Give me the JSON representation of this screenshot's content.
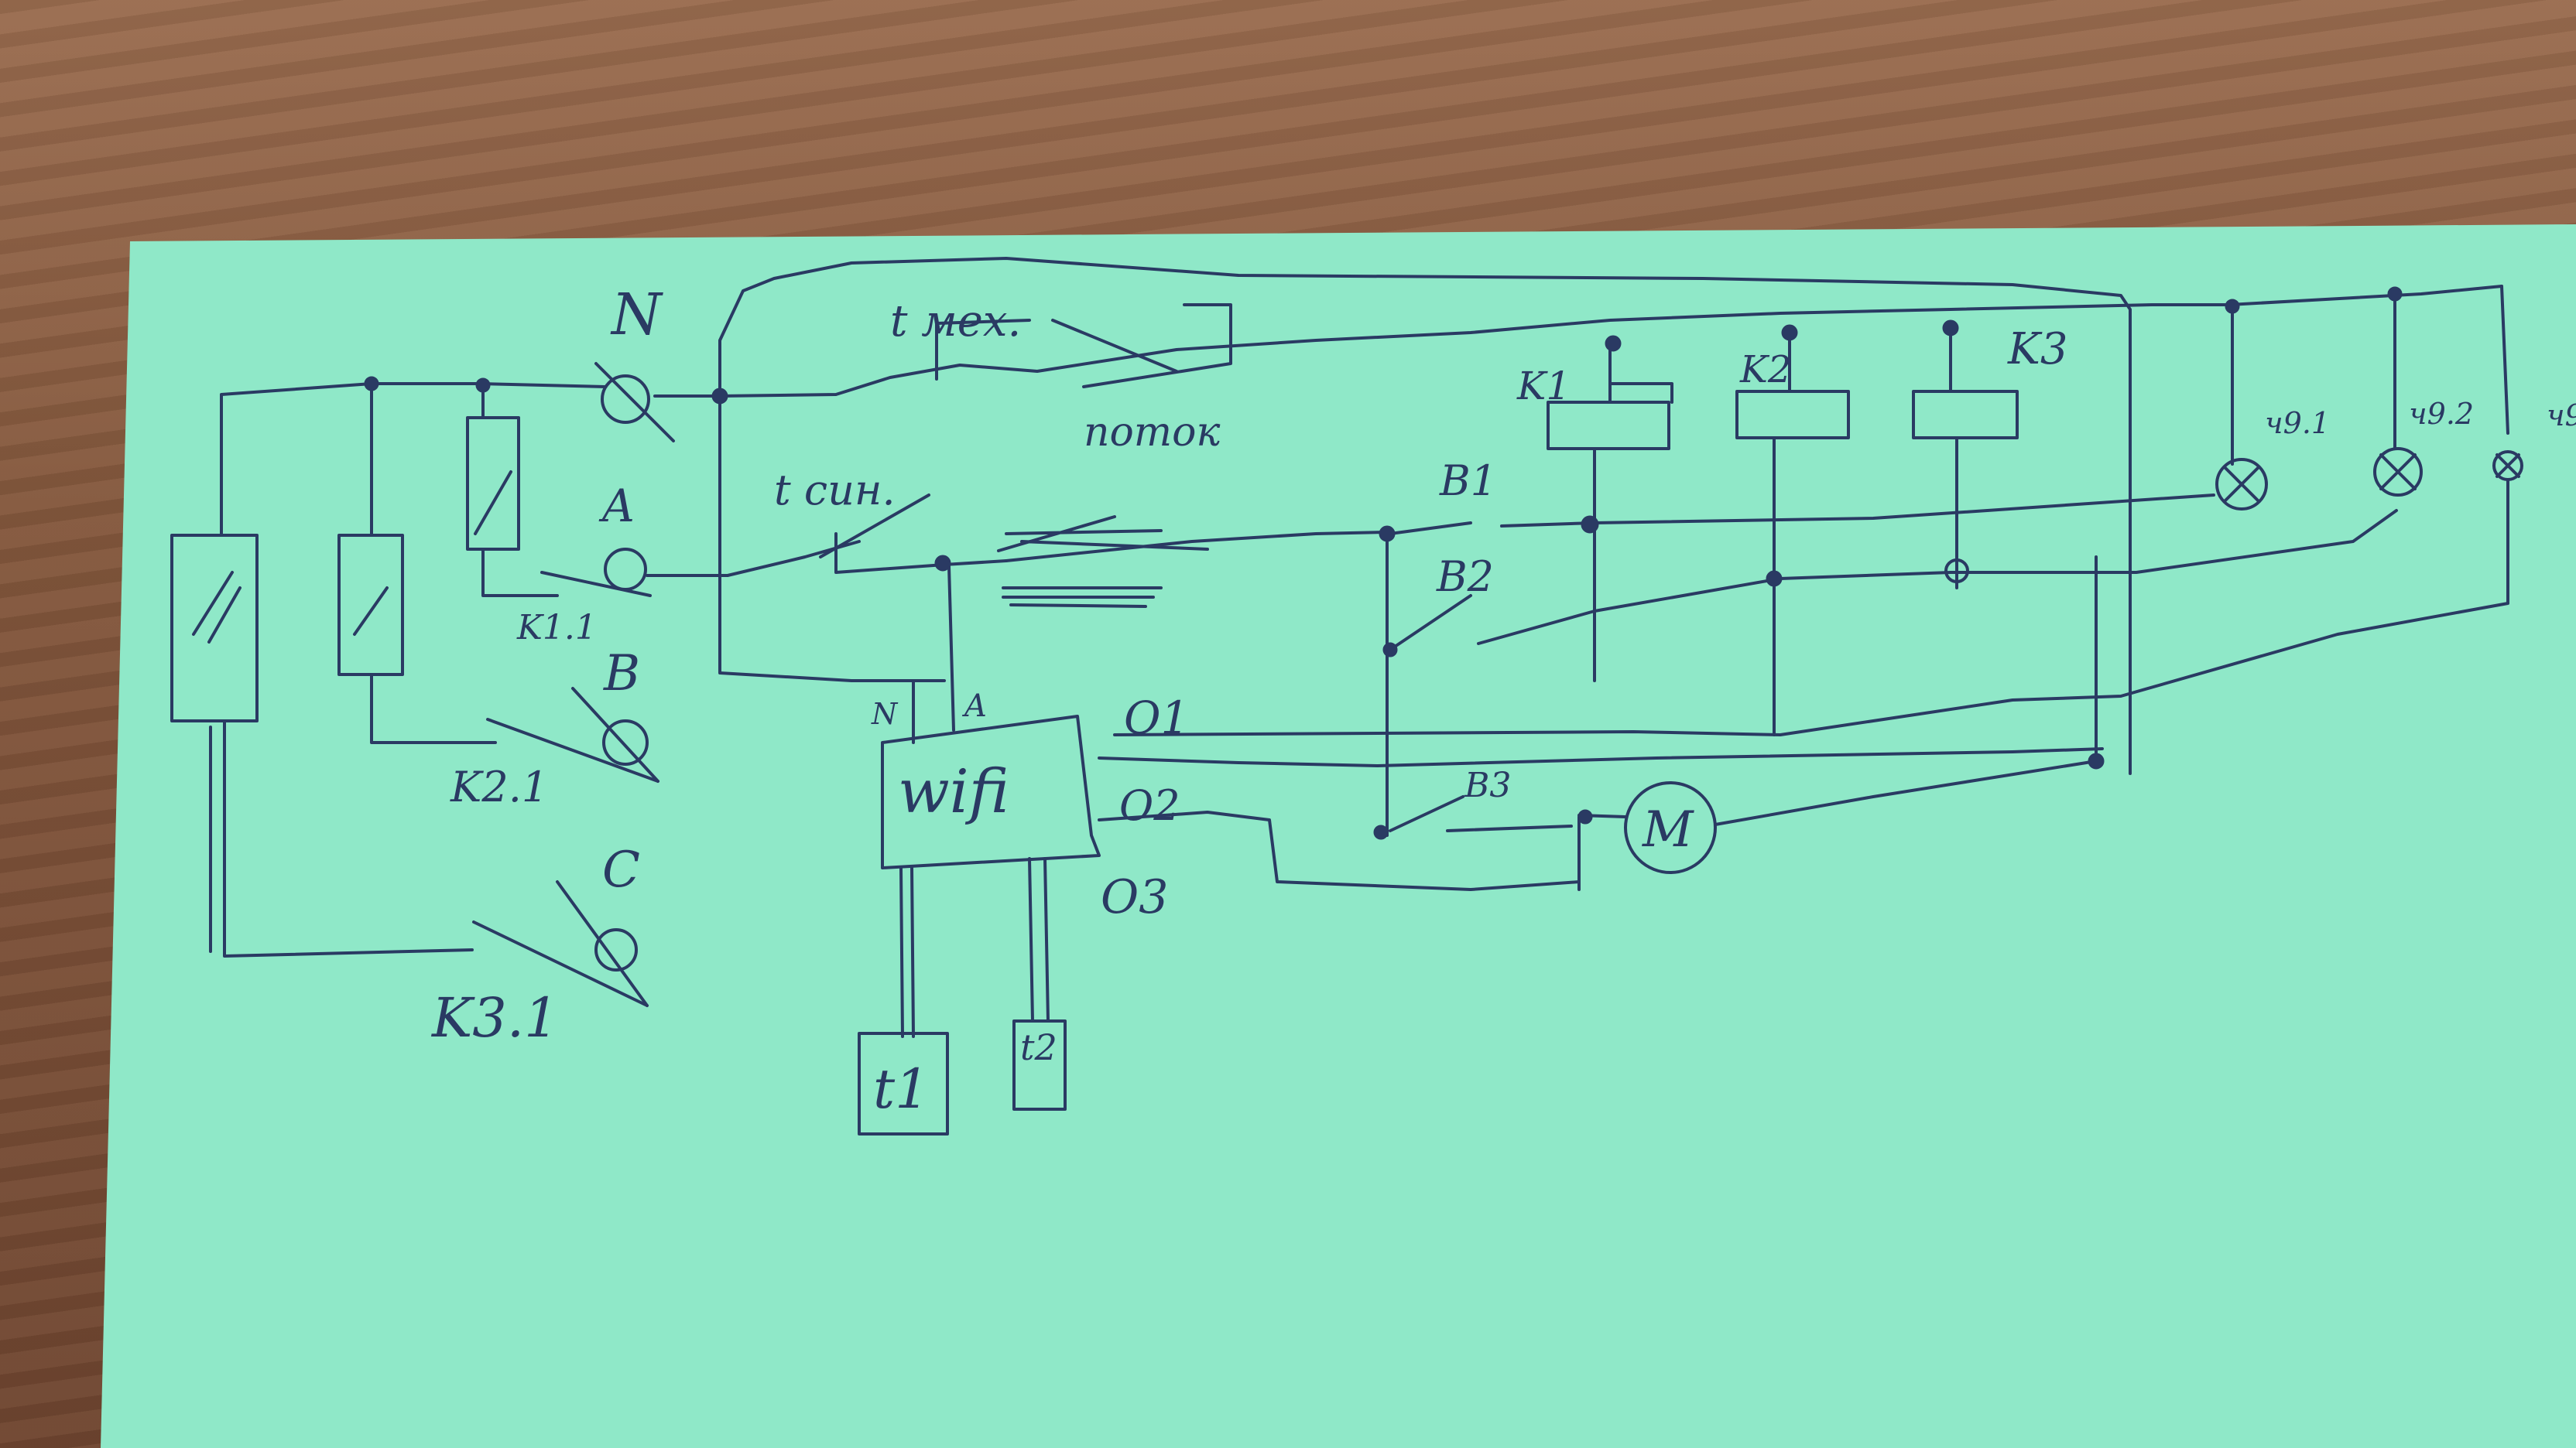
{
  "labels": {
    "n": "N",
    "a": "A",
    "b": "B",
    "c": "C",
    "k11": "K1.1",
    "k21": "K2.1",
    "k31": "K3.1",
    "t_mex": "t мех.",
    "potok": "поток",
    "t_sin": "t син.",
    "b1": "B1",
    "b2": "B2",
    "b3": "B3",
    "k1": "K1",
    "k2": "K2",
    "k3": "K3",
    "lamp1": "ч9.1",
    "lamp2": "ч9.2",
    "lamp3": "ч9",
    "wifi": "wifi",
    "wifi_n": "N",
    "wifi_a": "A",
    "o1": "O1",
    "o2": "O2",
    "o3": "O3",
    "motor": "M",
    "t1": "t1",
    "t2": "t2"
  },
  "colors": {
    "paper": "#8fe8c8",
    "ink": "#2a3a63",
    "table": "#84583d"
  }
}
